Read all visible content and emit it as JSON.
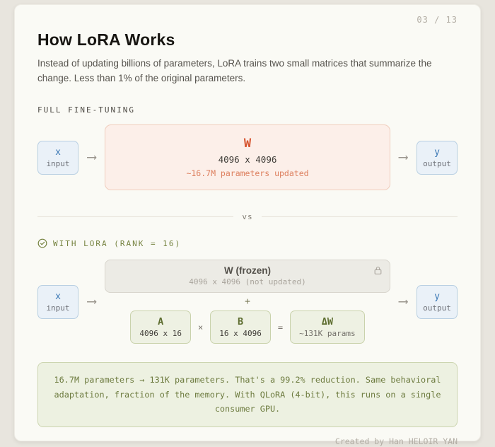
{
  "page": {
    "number": "03 / 13"
  },
  "header": {
    "title": "How LoRA Works",
    "subtitle": "Instead of updating billions of parameters, LoRA trains two small matrices that summarize the change. Less than 1% of the original parameters."
  },
  "icons": {
    "arrow": "⟶"
  },
  "full_ft": {
    "label": "FULL FINE-TUNING",
    "input": {
      "symbol": "x",
      "label": "input"
    },
    "weight": {
      "name": "W",
      "dims": "4096 x 4096",
      "note": "~16.7M parameters updated"
    },
    "output": {
      "symbol": "y",
      "label": "output"
    }
  },
  "divider": {
    "label": "vs"
  },
  "lora": {
    "label": "WITH LORA (RANK = 16)",
    "input": {
      "symbol": "x",
      "label": "input"
    },
    "frozen": {
      "name": "W (frozen)",
      "dims": "4096 x 4096 (not updated)"
    },
    "operators": {
      "plus": "+",
      "times": "×",
      "equals": "="
    },
    "matrix_a": {
      "name": "A",
      "dims": "4096 x 16"
    },
    "matrix_b": {
      "name": "B",
      "dims": "16 x 4096"
    },
    "delta": {
      "name": "ΔW",
      "dims": "~131K params"
    },
    "output": {
      "symbol": "y",
      "label": "output"
    }
  },
  "summary": {
    "text": "16.7M parameters → 131K parameters. That's a 99.2% reduction. Same behavioral adaptation, fraction of the memory. With QLoRA (4-bit), this runs on a single consumer GPU."
  },
  "footer": {
    "credit": "Created by Han HELOIR YAN"
  },
  "colors": {
    "accent-orange": "#d6532e",
    "accent-blue": "#3b78b5",
    "accent-olive": "#5c6c2e",
    "olive-label": "#75823f",
    "page-bg": "#e8e5de",
    "card-bg": "#fafaf5",
    "summary-text": "#6d7b3f"
  }
}
